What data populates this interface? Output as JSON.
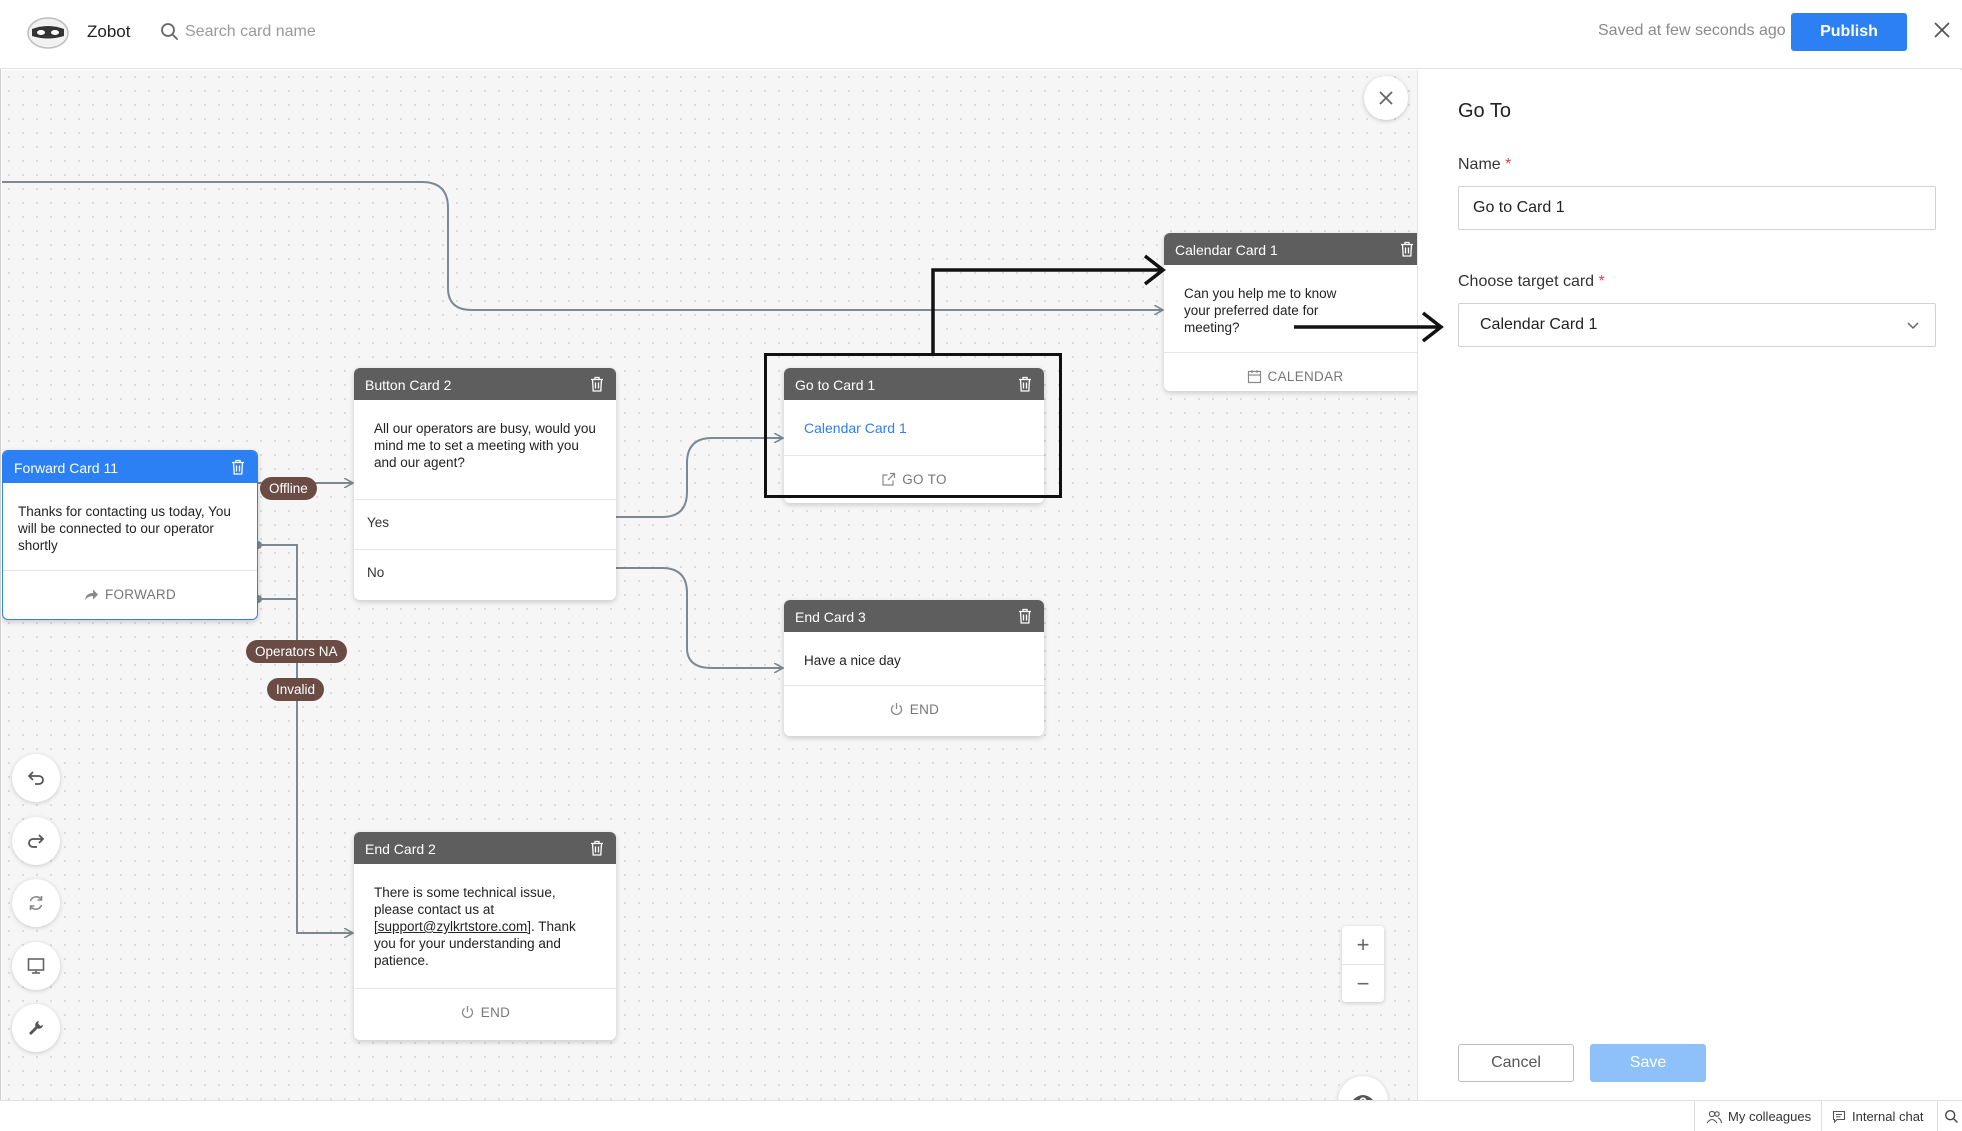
{
  "app": {
    "name": "Zobot",
    "logo_icon": "robot-mask-icon"
  },
  "search": {
    "placeholder": "Search card name"
  },
  "header": {
    "saved_status": "Saved at few seconds ago",
    "publish_label": "Publish"
  },
  "cards": {
    "calendar_card": {
      "title": "Calendar Card 1",
      "text": "Can you help me to know your preferred date for meeting?",
      "footer": "CALENDAR"
    },
    "button_card": {
      "title": "Button Card 2",
      "text": "All our operators are busy, would you mind me to set a meeting with you and our agent?",
      "options": [
        "Yes",
        "No"
      ]
    },
    "goto_card": {
      "title": "Go to Card 1",
      "link": "Calendar Card 1",
      "footer": "GO TO"
    },
    "forward_card": {
      "title": "Forward Card 11",
      "text": "Thanks for contacting us today, You will be connected to our operator shortly",
      "footer": "FORWARD"
    },
    "end_card_3": {
      "title": "End Card 3",
      "text": "Have a nice day",
      "footer": "END"
    },
    "end_card_2": {
      "title": "End Card 2",
      "text_before": "There is some technical issue, please contact us at ",
      "email": "[support@zylkrtstore.com]",
      "text_after": ". Thank you for your understanding and patience.",
      "footer": "END"
    }
  },
  "labels": {
    "offline": "Offline",
    "operators_na": "Operators NA",
    "invalid": "Invalid"
  },
  "panel": {
    "title": "Go To",
    "name_label": "Name",
    "name_value": "Go to Card 1",
    "target_label": "Choose target card",
    "target_value": "Calendar Card 1",
    "cancel_label": "Cancel",
    "save_label": "Save"
  },
  "footer": {
    "colleagues": "My colleagues",
    "internal_chat": "Internal chat"
  },
  "colors": {
    "accent": "#2d7ff4",
    "card_header": "#5e5e5e",
    "pill": "#6b4c45",
    "save_disabled": "#8ec0fa"
  }
}
